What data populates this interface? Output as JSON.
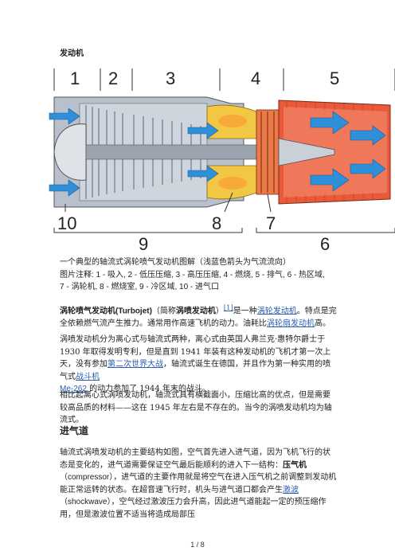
{
  "title": "发动机",
  "diagram": {
    "top_labels": [
      "1",
      "2",
      "3",
      "4",
      "5"
    ],
    "bottom_labels": [
      "10",
      "8",
      "7"
    ],
    "bracket_labels": [
      "9",
      "6"
    ],
    "colors": {
      "cold": "#9aa7b8",
      "hot": "#e9593a",
      "combustor": "#f2c744",
      "airflow": "#2f8fd8"
    }
  },
  "caption": {
    "line1": "一个典型的轴流式涡轮喷气发动机图解（浅蓝色箭头为气流流向）",
    "line2": "图片注释: 1 - 吸入, 2 - 低压压缩, 3 - 高压压缩, 4 - 燃烧, 5 - 排气, 6 - 热区域,",
    "line3": "7 - 涡轮机, 8 - 燃烧室, 9 - 冷区域, 10 - 进气口"
  },
  "p1": {
    "bold_term": "涡轮喷气发动机",
    "bold_en": "(Turbojet)",
    "aka_pre": "（简称",
    "aka_bold": "涡喷发动机",
    "aka_post": "）",
    "ref": "[1]",
    "t1": "是一种",
    "link1": "涡轮发动机",
    "t2": "。特点是完全依赖燃气流产生推力。通常用作高速飞机的动力。油耗比",
    "link2": "涡轮扇发动机",
    "t3": "高。"
  },
  "p2": {
    "t1": "涡喷发动机分为离心式与轴流式两种，离心式由英国人弗兰克·惠特尔爵士于 1930 年取得发明专利，但是直到 1941 年装有这种发动机的飞机才第一次上天，没有参加",
    "link1": "第二次世界大战",
    "t2": "，轴流式诞生在德国，并且作为第一种实用的喷气式",
    "link2": "战斗机",
    "link3": "Me-262",
    "t3": " 的动力参加了 1944 年末的战斗。"
  },
  "p3": {
    "text": "相比起离心式涡喷发动机，轴流式具有横截面小，压缩比高的优点，但是需要较高品质的材料——这在 1945 年左右是不存在的。当今的涡喷发动机均为轴流式。"
  },
  "section": {
    "heading": "进气道"
  },
  "p4": {
    "t1": "轴流式涡喷发动机的主要结构如图，空气首先进入进气道，因为飞机飞行的状态是变化的，进气道需要保证空气最后能顺利的进入下一结构：",
    "bold": "压气机",
    "en": "（compressor）",
    "t2": "，进气道的主要作用就是将空气在进入压气机之前调整到发动机能正常运转的状态。在超音速飞行时，机头与进气道口都会产生",
    "link1": "激波",
    "en2": "（shockwave）",
    "t3": "，空气经过激波压力会升高，因此进气道能起一定的预压缩作用，但是激波位置不适当将造成局部压"
  },
  "footer": {
    "page": "1 / 8"
  }
}
